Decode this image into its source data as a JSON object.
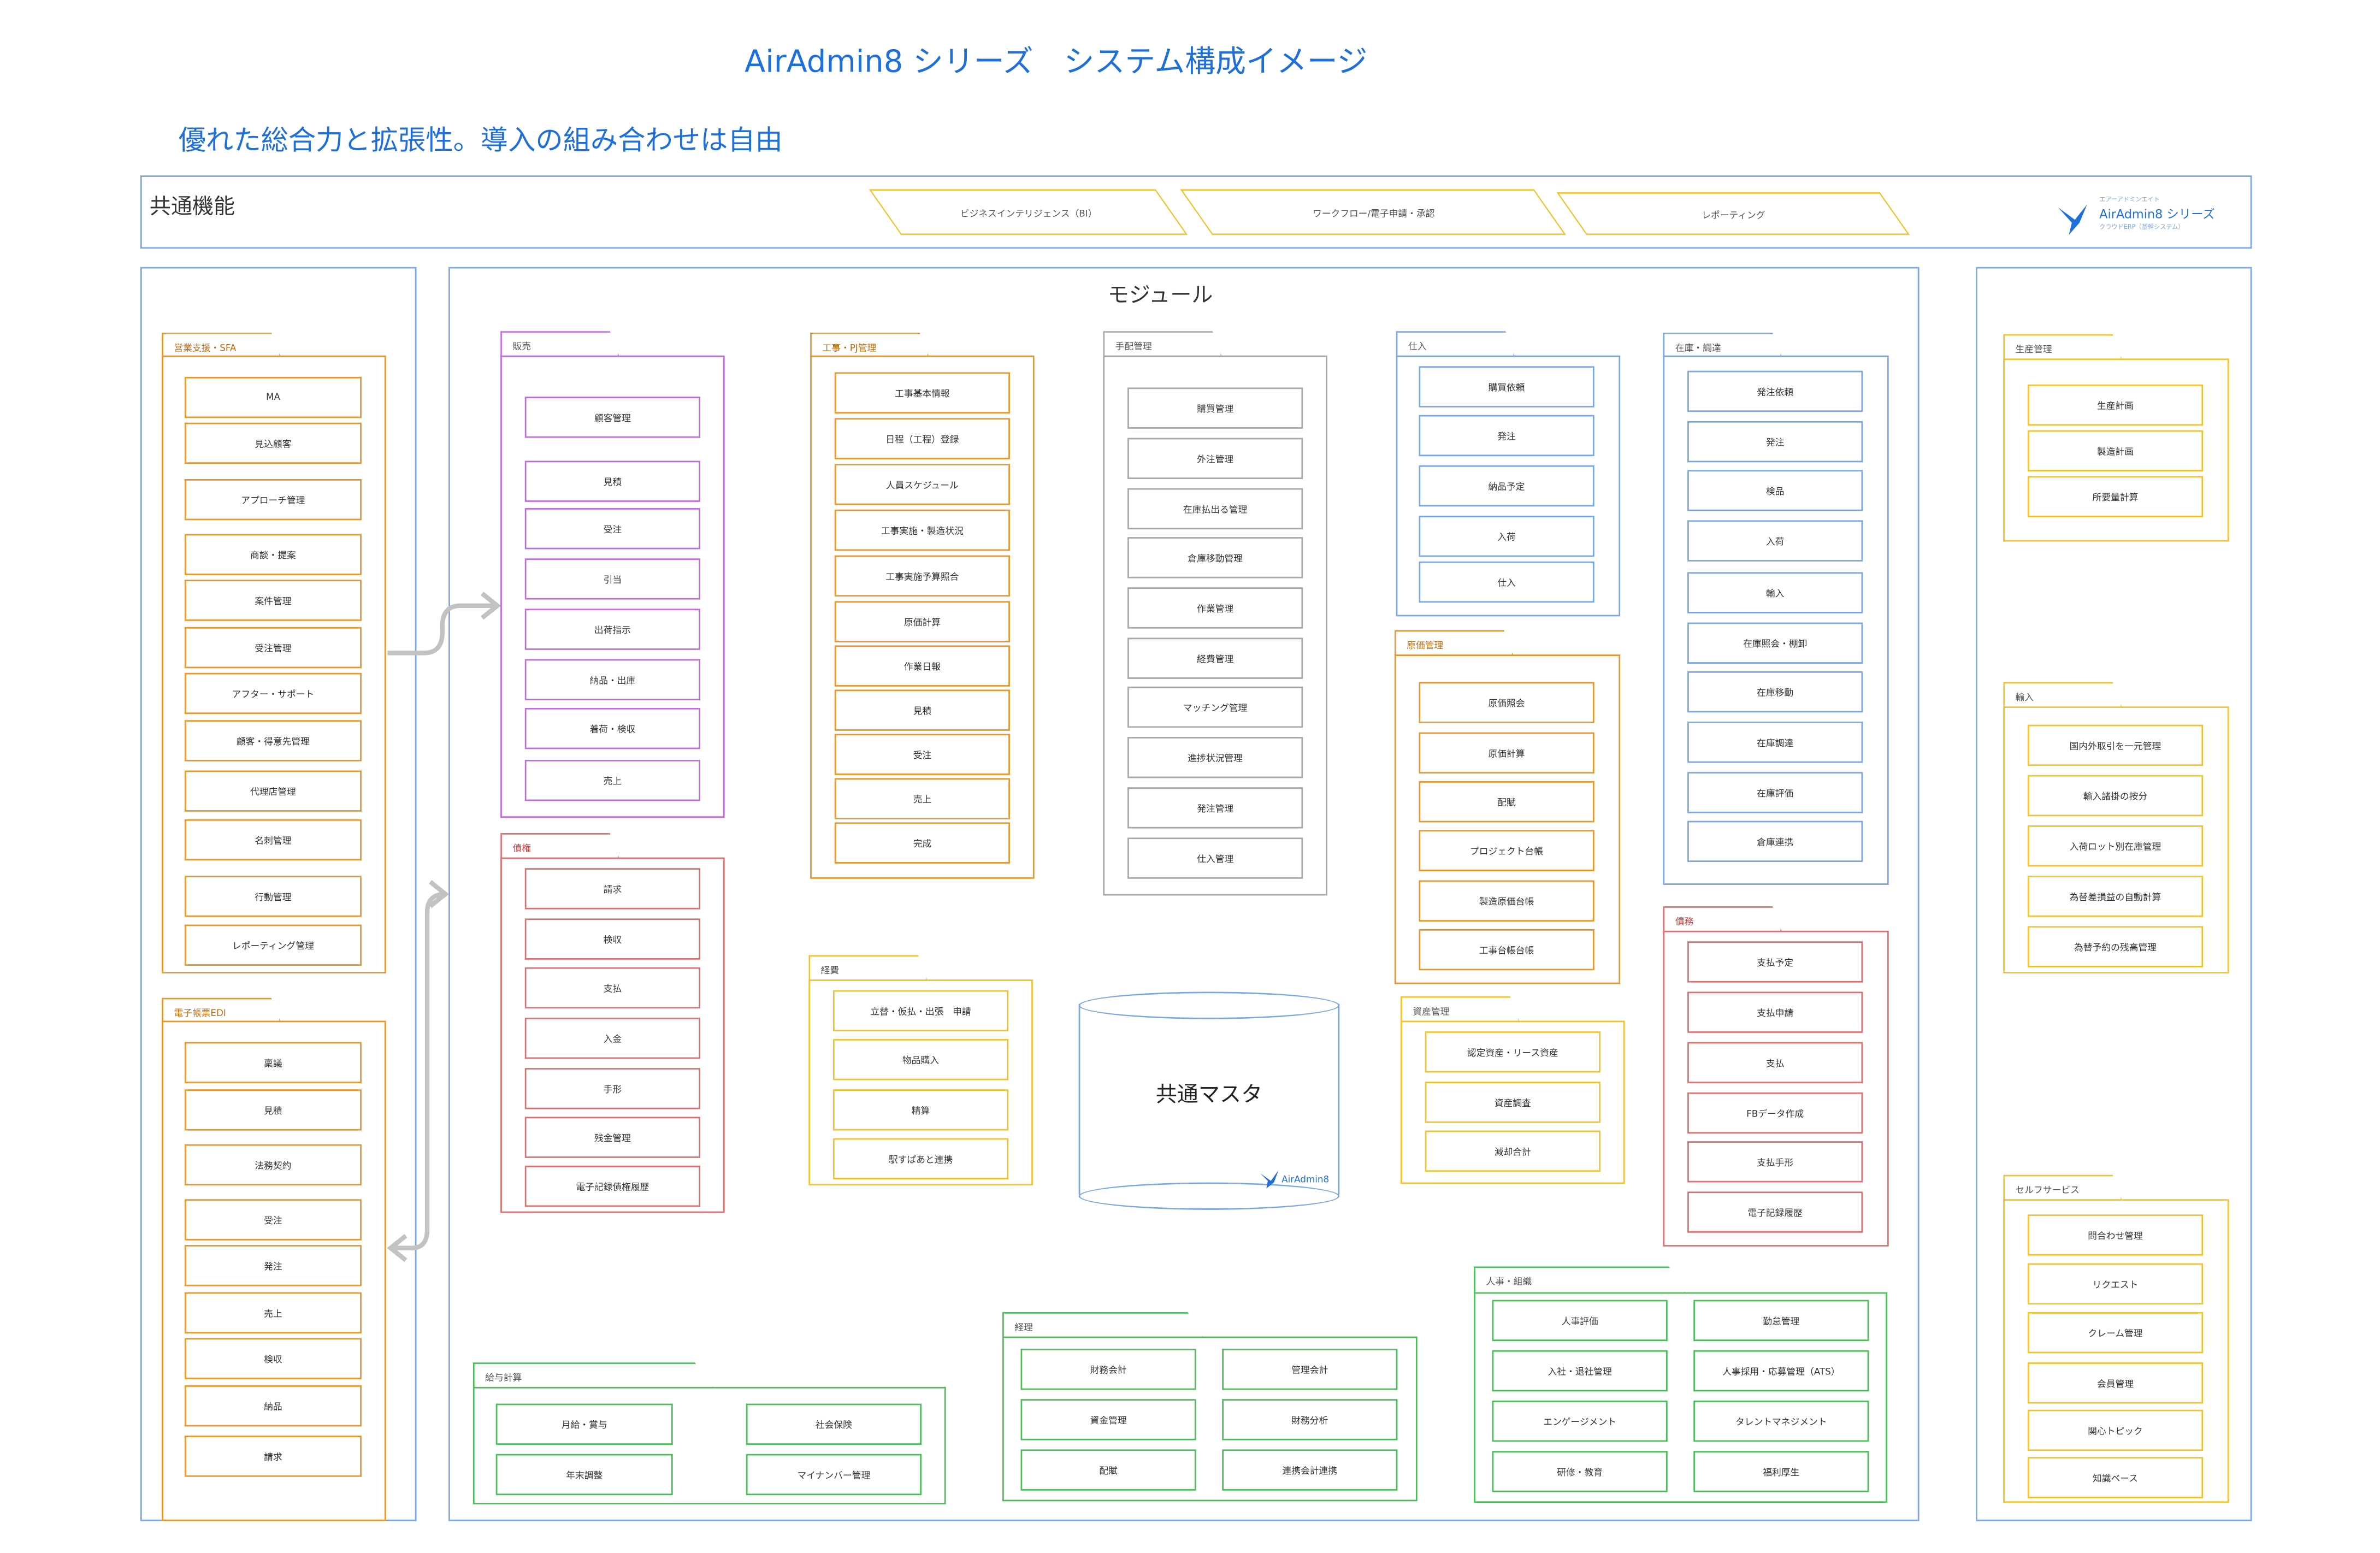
{
  "header": {
    "title": "AirAdmin8 シリーズ　システム構成イメージ",
    "subtitle": "優れた総合力と拡張性。導入の組み合わせは自由"
  },
  "common": {
    "label": "共通機能",
    "banners": [
      "ビジネスインテリジェンス（BI）",
      "ワークフロー/電子申請・承認",
      "レポーティング"
    ],
    "logo": {
      "line1": "エアーアドミンエイト",
      "line2": "AirAdmin8 シリーズ",
      "line3": "クラウドERP（基幹システム）"
    }
  },
  "module_label": "モジュール",
  "master": {
    "label": "共通マスタ",
    "logo": "AirAdmin8"
  },
  "colors": {
    "blue": "#7aa7e6",
    "orange": "#e8962e",
    "purple": "#c46be0",
    "gray": "#a8a8a8",
    "red": "#e07070",
    "yellow": "#f2c230",
    "green": "#4cbf5a",
    "title": "#1e6fd9"
  },
  "groups": [
    {
      "id": "sfa",
      "title": "営業支援・SFA",
      "color": "#e8962e",
      "items": [
        "MA",
        "見込顧客",
        "アプローチ管理",
        "商談・提案",
        "案件管理",
        "受注管理",
        "アフター・サポート",
        "顧客・得意先管理",
        "代理店管理",
        "名刺管理",
        "行動管理",
        "レポーティング管理"
      ]
    },
    {
      "id": "edi",
      "title": "電子帳票EDI",
      "color": "#e8962e",
      "items": [
        "稟議",
        "見積",
        "法務契約",
        "受注",
        "発注",
        "売上",
        "検収",
        "納品",
        "請求"
      ]
    },
    {
      "id": "hanbai",
      "title": "販売",
      "color": "#c46be0",
      "items": [
        "顧客管理",
        "見積",
        "受注",
        "引当",
        "出荷指示",
        "納品・出庫",
        "着荷・検収",
        "売上"
      ]
    },
    {
      "id": "saiken",
      "title": "債権",
      "color": "#e07070",
      "items": [
        "請求",
        "検収",
        "支払",
        "入金",
        "手形",
        "残金管理",
        "電子記録債権履歴"
      ]
    },
    {
      "id": "koji",
      "title": "工事・PJ管理",
      "color": "#e8962e",
      "items": [
        "工事基本情報",
        "日程（工程）登録",
        "人員スケジュール",
        "工事実施・製造状況",
        "工事実施予算照合",
        "原価計算",
        "作業日報",
        "見積",
        "受注",
        "売上",
        "完成"
      ]
    },
    {
      "id": "tehai",
      "title": "手配管理",
      "color": "#a8a8a8",
      "items": [
        "購買管理",
        "外注管理",
        "在庫払出る管理",
        "倉庫移動管理",
        "作業管理",
        "経費管理",
        "マッチング管理",
        "進捗状況管理",
        "発注管理",
        "仕入管理"
      ]
    },
    {
      "id": "keihi",
      "title": "経費",
      "color": "#f2c230",
      "items": [
        "立替・仮払・出張　申請",
        "物品購入",
        "精算",
        "駅すぱあと連携"
      ]
    },
    {
      "id": "shiire",
      "title": "仕入",
      "color": "#7aa7e6",
      "items": [
        "購買依頼",
        "発注",
        "納品予定",
        "入荷",
        "仕入"
      ]
    },
    {
      "id": "genka",
      "title": "原価管理",
      "color": "#e8962e",
      "items": [
        "原価照会",
        "原価計算",
        "配賦",
        "プロジェクト台帳",
        "製造原価台帳",
        "工事台帳台帳"
      ]
    },
    {
      "id": "shisan",
      "title": "資産管理",
      "color": "#f2c230",
      "items": [
        "認定資産・リース資産",
        "資産調査",
        "減却合計"
      ]
    },
    {
      "id": "zaiko",
      "title": "在庫・調達",
      "color": "#7aa7e6",
      "items": [
        "発注依頼",
        "発注",
        "検品",
        "入荷",
        "輸入",
        "在庫照会・棚卸",
        "在庫移動",
        "在庫調達",
        "在庫評価",
        "倉庫連携"
      ]
    },
    {
      "id": "saimu",
      "title": "債務",
      "color": "#e07070",
      "items": [
        "支払予定",
        "支払申請",
        "支払",
        "FBデータ作成",
        "支払手形",
        "電子記録履歴"
      ]
    },
    {
      "id": "kyuyo",
      "title": "給与計算",
      "color": "#4cbf5a",
      "items": [
        "月給・賞与",
        "社会保険",
        "年末調整",
        "マイナンバー管理"
      ]
    },
    {
      "id": "keiri",
      "title": "経理",
      "color": "#4cbf5a",
      "items": [
        "財務会計",
        "管理会計",
        "資金管理",
        "財務分析",
        "配賦",
        "連携会計連携"
      ]
    },
    {
      "id": "jinji",
      "title": "人事・組織",
      "color": "#4cbf5a",
      "items": [
        "人事評価",
        "勤怠管理",
        "入社・退社管理",
        "人事採用・応募管理（ATS）",
        "エンゲージメント",
        "タレントマネジメント",
        "研修・教育",
        "福利厚生"
      ]
    },
    {
      "id": "seisan",
      "title": "生産管理",
      "color": "#f2c230",
      "items": [
        "生産計画",
        "製造計画",
        "所要量計算"
      ]
    },
    {
      "id": "yunyu",
      "title": "輸入",
      "color": "#f2c230",
      "items": [
        "国内外取引を一元管理",
        "輸入諸掛の按分",
        "入荷ロット別在庫管理",
        "為替差損益の自動計算",
        "為替予約の残高管理"
      ]
    },
    {
      "id": "self",
      "title": "セルフサービス",
      "color": "#f2c230",
      "items": [
        "問合わせ管理",
        "リクエスト",
        "クレーム管理",
        "会員管理",
        "関心トピック",
        "知識ベース"
      ]
    }
  ]
}
